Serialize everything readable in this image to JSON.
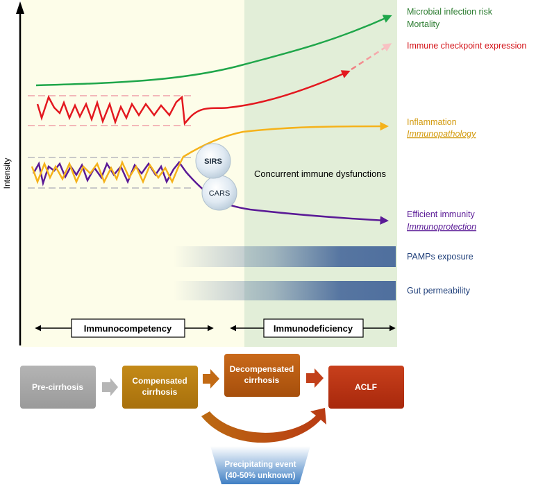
{
  "axis": {
    "ylabel": "Intensity"
  },
  "legend": {
    "microbial": "Microbial infection risk",
    "mortality": "Mortality",
    "checkpoint": "Immune checkpoint expression",
    "inflammation": "Inflammation",
    "immunopathology": "Immunopathology",
    "efficient": "Efficient immunity",
    "immunoprotection": "Immunoprotection",
    "pamps": "PAMPs exposure",
    "gut": "Gut permeability"
  },
  "nodes": {
    "sirs": "SIRS",
    "cars": "CARS"
  },
  "concurrent": "Concurrent immune dysfunctions",
  "phases": {
    "competency": "Immunocompetency",
    "deficiency": "Immunodeficiency"
  },
  "stages": {
    "pre": "Pre-cirrhosis",
    "comp_line1": "Compensated",
    "comp_line2": "cirrhosis",
    "decomp_line1": "Decompensated",
    "decomp_line2": "cirrhosis",
    "aclf": "ACLF"
  },
  "event": {
    "line1": "Precipitating event",
    "line2": "(40-50% unknown)"
  },
  "colors": {
    "green": "#1fa64a",
    "red": "#e3181f",
    "orange": "#f5b21a",
    "purple": "#5a1a96",
    "navy": "#46679a",
    "panel": "#fdfde9",
    "greenPanel": "#e2eed8"
  }
}
